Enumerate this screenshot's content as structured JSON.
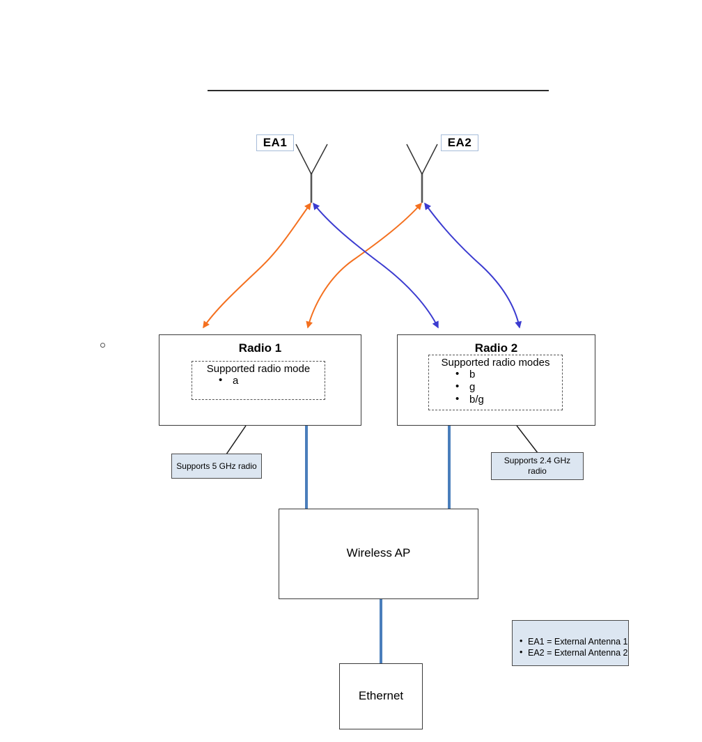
{
  "diagram": {
    "title_rule": "",
    "antennas": [
      {
        "id": "EA1",
        "label": "EA1"
      },
      {
        "id": "EA2",
        "label": "EA2"
      }
    ],
    "radios": [
      {
        "id": "radio1",
        "title": "Radio 1",
        "modes_heading": "Supported radio mode",
        "modes": [
          "a"
        ],
        "note": "Supports 5 GHz radio"
      },
      {
        "id": "radio2",
        "title": "Radio 2",
        "modes_heading": "Supported radio modes",
        "modes": [
          "b",
          "g",
          "b/g"
        ],
        "note": "Supports 2.4 GHz radio"
      }
    ],
    "nodes": {
      "access_point": "Wireless AP",
      "ethernet": "Ethernet"
    },
    "legend": {
      "items": [
        "EA1 = External Antenna 1",
        "EA2 = External Antenna 2"
      ]
    },
    "colors": {
      "radio1_link": "#f4701f",
      "radio2_link": "#3b3bd0",
      "wired_link": "#4a7ebb",
      "note_fill": "#dce6f1",
      "label_border": "#a6bcd9",
      "box_border": "#3a3a3a"
    }
  }
}
